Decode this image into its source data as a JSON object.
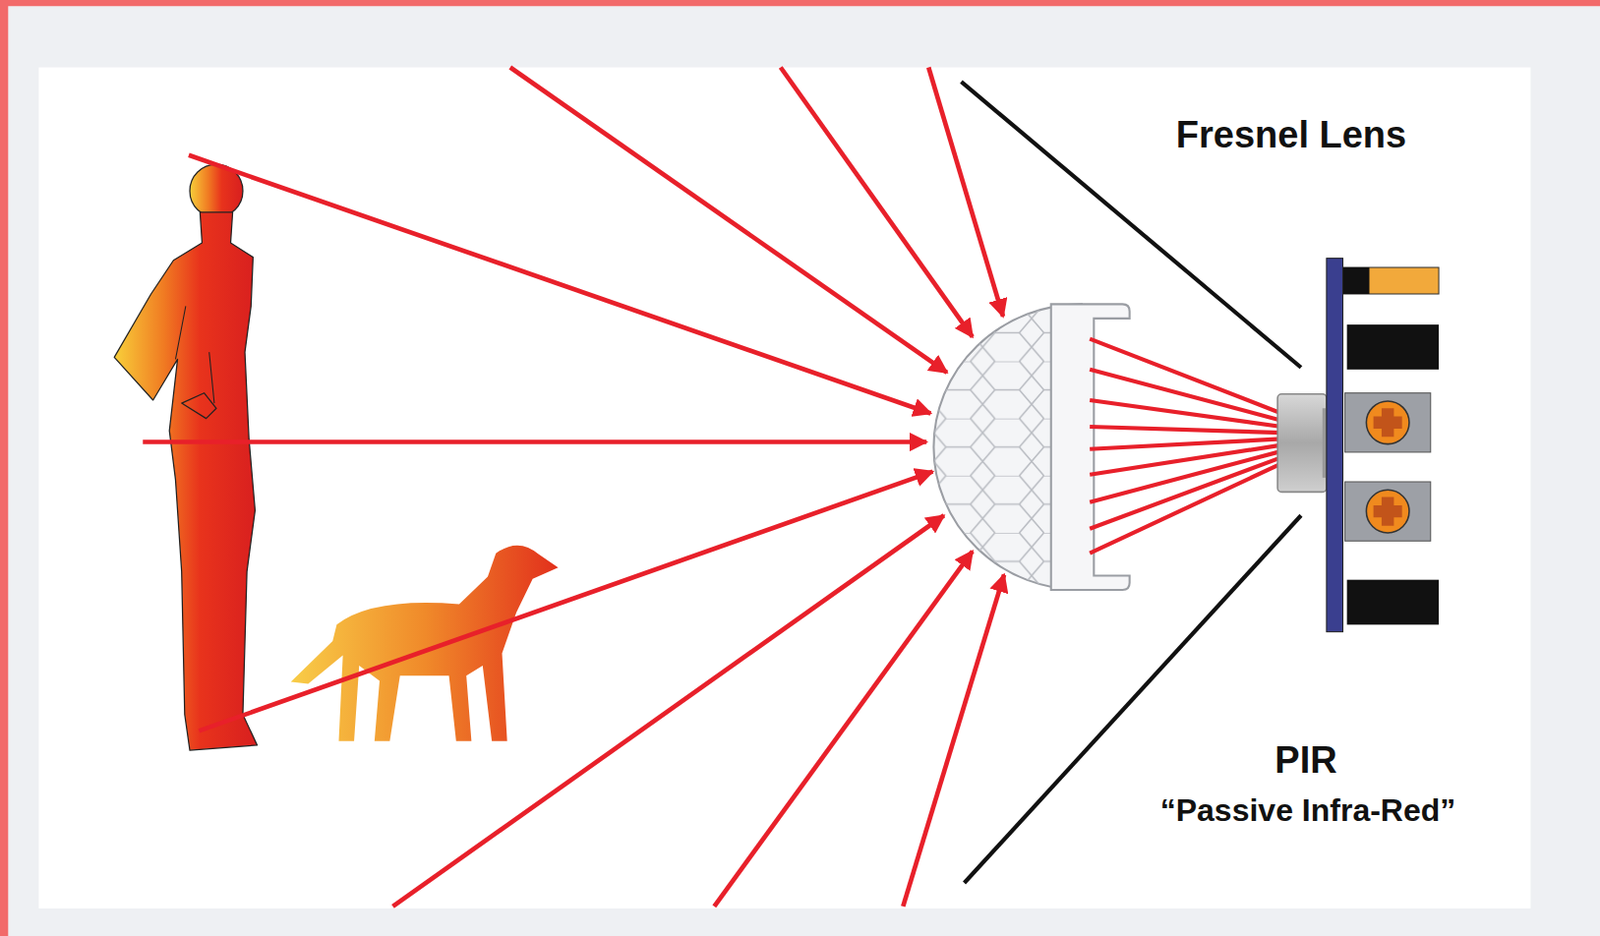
{
  "diagram": {
    "labels": [
      "Fresnel Lens",
      "PIR",
      "“Passive Infra-Red”"
    ]
  }
}
